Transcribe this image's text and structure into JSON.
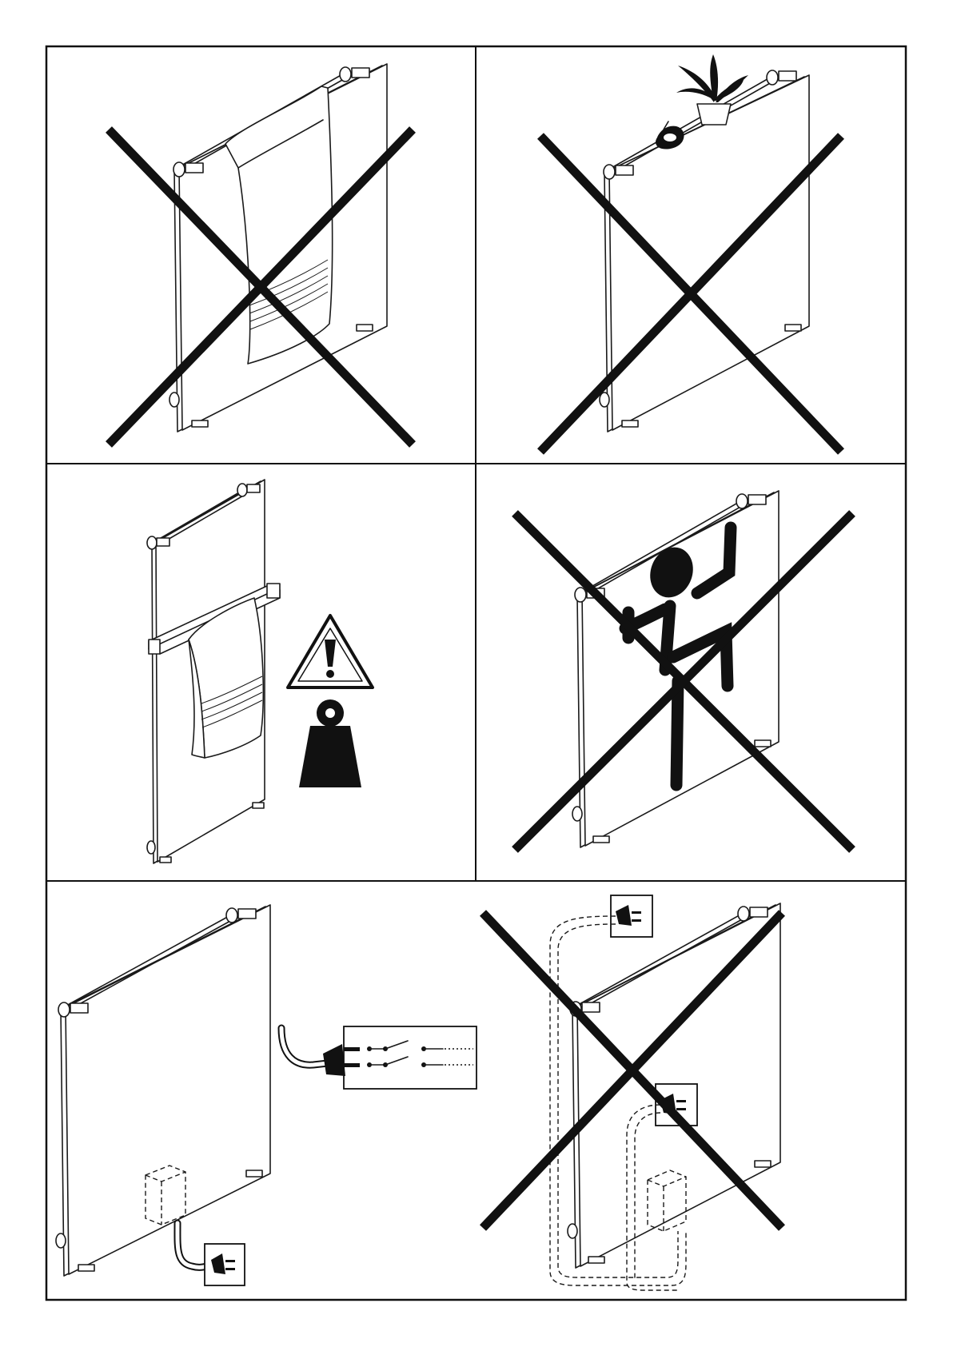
{
  "figures": [
    {
      "id": "no-towel-draping",
      "crossed": true
    },
    {
      "id": "no-objects-on-rail",
      "crossed": true
    },
    {
      "id": "towel-bar-weight-warning",
      "crossed": false
    },
    {
      "id": "no-climbing",
      "crossed": true
    },
    {
      "id": "correct-electrical-connection",
      "crossed": false
    },
    {
      "id": "no-extension-cord",
      "crossed": true
    }
  ],
  "colors": {
    "ink": "#111111",
    "paper": "#ffffff"
  },
  "icons": [
    "warning-triangle-icon",
    "weight-icon",
    "wall-socket-icon",
    "plug-icon",
    "switch-icon",
    "plant-icon",
    "phone-icon",
    "climbing-person-icon"
  ]
}
